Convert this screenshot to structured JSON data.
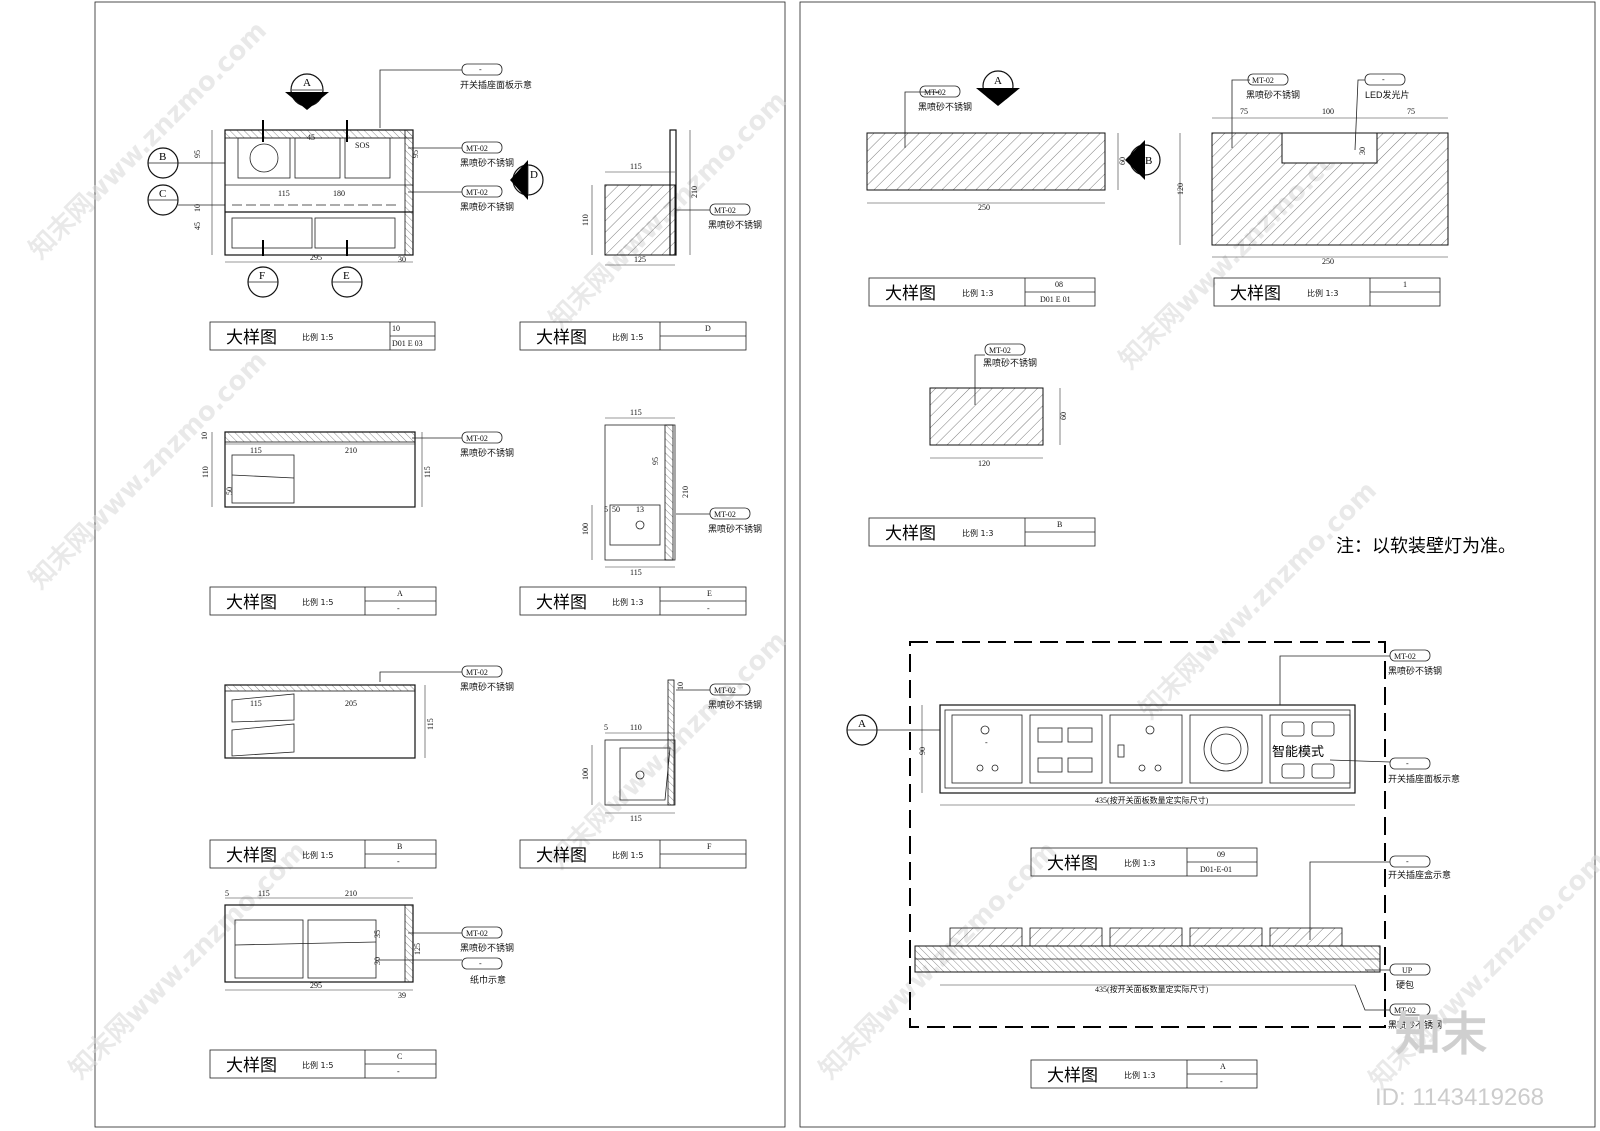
{
  "notes": {
    "switch_panel": "开关插座面板示意",
    "material_code": "MT-02",
    "material_name": "黑喷砂不锈钢",
    "paper_towel": "纸巾示意",
    "led_strip": "LED发光片",
    "switch_box": "开关插座盒示意",
    "up_code": "UP",
    "up_name": "硬包",
    "smart_mode": "智能模式",
    "sos": "SOS",
    "remark": "注：以软装壁灯为准。",
    "panel_width_note": "435(按开关面板数量定实际尺寸)",
    "dash": "-"
  },
  "title_blocks": [
    {
      "title": "大样图",
      "scale": "比例 1:5",
      "ref_top": "10",
      "ref_bottom": "D01 E 03"
    },
    {
      "title": "大样图",
      "scale": "比例 1:5",
      "ref_top": "D",
      "ref_bottom": ""
    },
    {
      "title": "大样图",
      "scale": "比例 1:5",
      "ref_top": "A",
      "ref_bottom": "-"
    },
    {
      "title": "大样图",
      "scale": "比例 1:3",
      "ref_top": "E",
      "ref_bottom": "-"
    },
    {
      "title": "大样图",
      "scale": "比例 1:5",
      "ref_top": "B",
      "ref_bottom": "-"
    },
    {
      "title": "大样图",
      "scale": "比例 1:5",
      "ref_top": "F",
      "ref_bottom": ""
    },
    {
      "title": "大样图",
      "scale": "比例 1:5",
      "ref_top": "C",
      "ref_bottom": "-"
    },
    {
      "title": "大样图",
      "scale": "比例 1:3",
      "ref_top": "08",
      "ref_bottom": "D01 E 01"
    },
    {
      "title": "大样图",
      "scale": "比例 1:3",
      "ref_top": "1",
      "ref_bottom": ""
    },
    {
      "title": "大样图",
      "scale": "比例 1:3",
      "ref_top": "B",
      "ref_bottom": ""
    },
    {
      "title": "大样图",
      "scale": "比例 1:3",
      "ref_top": "09",
      "ref_bottom": "D01-E-01"
    },
    {
      "title": "大样图",
      "scale": "比例 1:3",
      "ref_top": "A",
      "ref_bottom": "-"
    }
  ],
  "bubbles": {
    "A": "A",
    "B": "B",
    "C": "C",
    "D": "D",
    "E": "E",
    "F": "F"
  },
  "dims": {
    "d95": "95",
    "d10": "10",
    "d45": "45",
    "d15": "15",
    "d295": "295",
    "d30": "30",
    "d115": "115",
    "d180": "180",
    "d110": "110",
    "d210": "210",
    "d125": "125",
    "d50": "50",
    "d205": "205",
    "d5": "5",
    "d100": "100",
    "d13": "13",
    "d35": "35",
    "d250": "250",
    "d60": "60",
    "d75": "75",
    "d120": "120",
    "d90": "90",
    "d39": "39"
  },
  "watermark": {
    "brand": "知末",
    "site": "知末网www.znzmo.com",
    "id": "ID: 1143419268"
  }
}
